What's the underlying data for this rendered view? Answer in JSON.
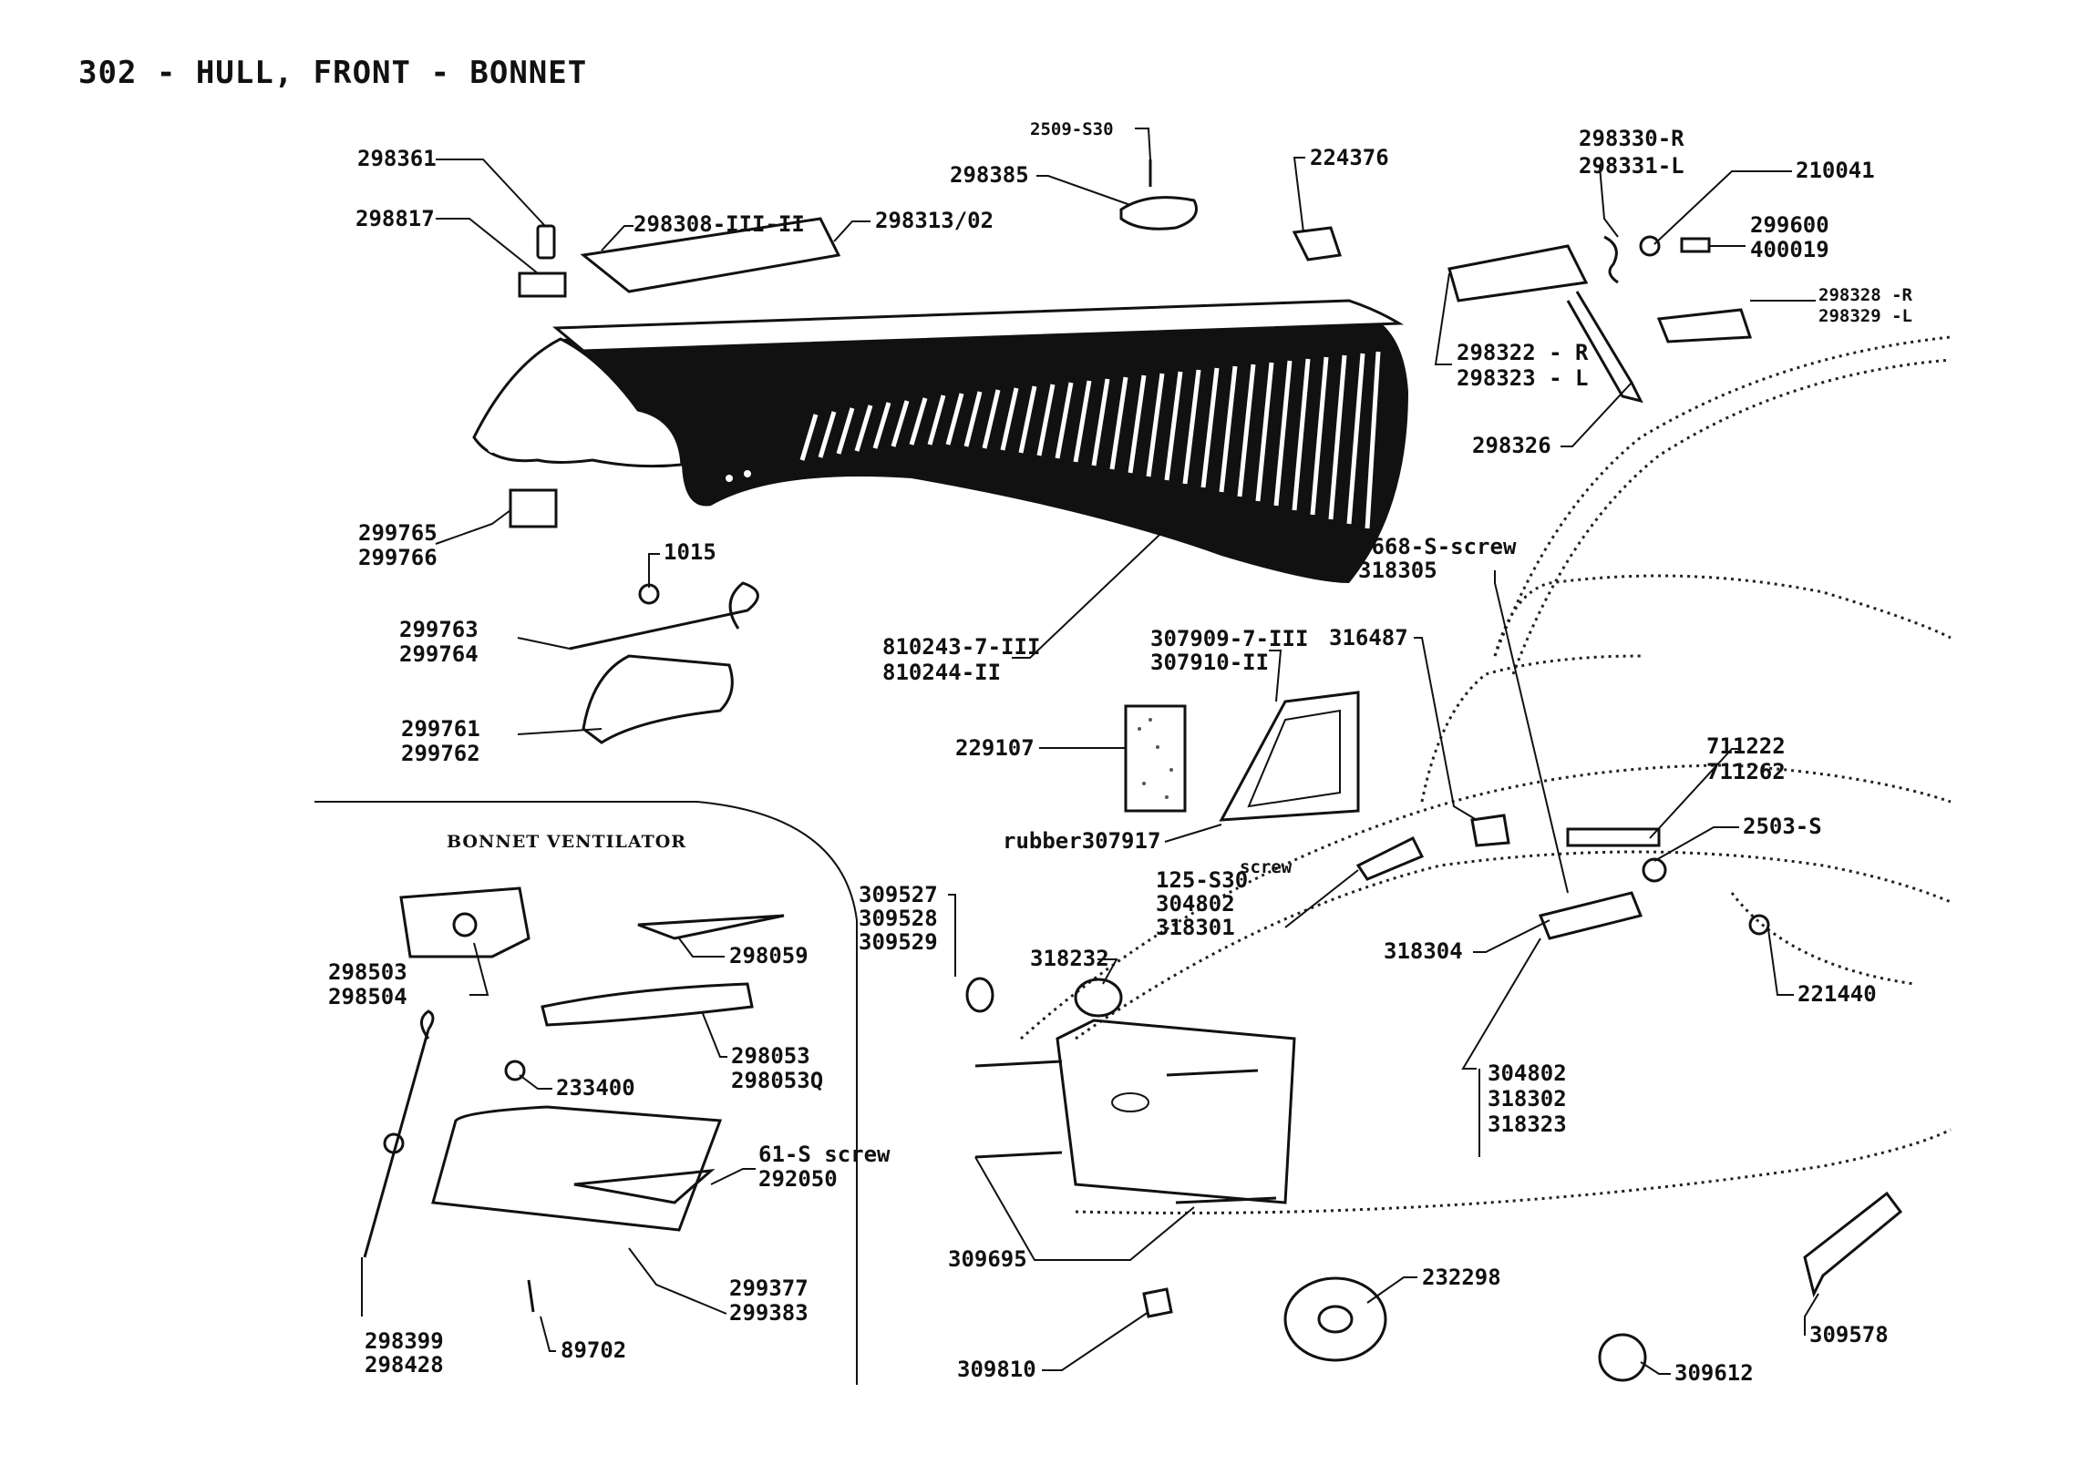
{
  "title": "302 - HULL, FRONT - BONNET",
  "inset_title": "BONNET VENTILATOR",
  "labels": {
    "l298361": "298361",
    "l298817": "298817",
    "l298308": "298308-III-II",
    "l298313": "298313/02",
    "l2509": "2509-S30",
    "l298385": "298385",
    "l224376": "224376",
    "l298330": "298330-R",
    "l298331": "298331-L",
    "l210041": "210041",
    "l299600": "299600",
    "l400019": "400019",
    "l298328": "298328 -R",
    "l298329": "298329 -L",
    "l298322": "298322 - R",
    "l298323": "298323 - L",
    "l298326": "298326",
    "l299765": "299765",
    "l299766": "299766",
    "l1015": "1015",
    "l299763": "299763",
    "l299764": "299764",
    "l299761": "299761",
    "l299762": "299762",
    "l810243": "810243-7-III",
    "l810244": "810244-II",
    "l307909": "307909-7-III",
    "l307910": "307910-II",
    "l229107": "229107",
    "l307917": "rubber307917",
    "l2668": "2668-S-screw",
    "l318305": "318305",
    "l316487": "316487",
    "l711222": "711222",
    "l711262": "711262",
    "l2503": "2503-S",
    "l125": "125-S30",
    "l125screw": "screw",
    "l304802a": "304802",
    "l318301": "318301",
    "l309527": "309527",
    "l309528": "309528",
    "l309529": "309529",
    "l318232": "318232",
    "l318304": "318304",
    "l221440": "221440",
    "l304802b": "304802",
    "l318302": "318302",
    "l318323": "318323",
    "l309695": "309695",
    "l232298": "232298",
    "l309810": "309810",
    "l309612": "309612",
    "l309578": "309578",
    "l298503": "298503",
    "l298504": "298504",
    "l298059": "298059",
    "l298053": "298053",
    "l298053b": "298053Q",
    "l233400": "233400",
    "l61": "61-S screw",
    "l292050": "292050",
    "l299377": "299377",
    "l299383": "299383",
    "l298399": "298399",
    "l298428": "298428",
    "l89702": "89702"
  }
}
